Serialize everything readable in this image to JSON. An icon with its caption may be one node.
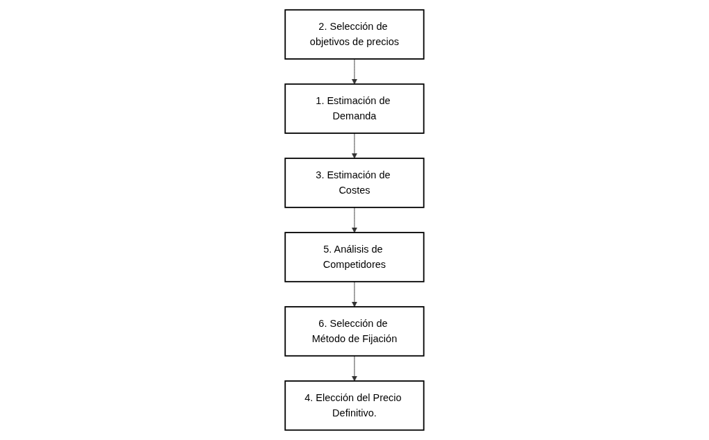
{
  "diagram": {
    "nodes": [
      {
        "text": [
          "2. Selección de objetivos de precios"
        ]
      },
      {
        "text": [
          "1. Estimación de Demanda"
        ]
      },
      {
        "text": [
          "3. Estimación de Costes"
        ]
      },
      {
        "text": [
          "5. Análisis de Competidores"
        ]
      },
      {
        "text": [
          "6. Selección de Método de Fijación"
        ]
      },
      {
        "text": [
          "4. Elección del Precio Definitivo."
        ]
      }
    ],
    "edges": [
      {
        "from": 0,
        "to": 1,
        "arrow": "to"
      },
      {
        "from": 1,
        "to": 2,
        "arrow": "to"
      },
      {
        "from": 2,
        "to": 3,
        "arrow": "to"
      },
      {
        "from": 3,
        "to": 4,
        "arrow": "to"
      },
      {
        "from": 4,
        "to": 5,
        "arrow": "to"
      }
    ]
  }
}
